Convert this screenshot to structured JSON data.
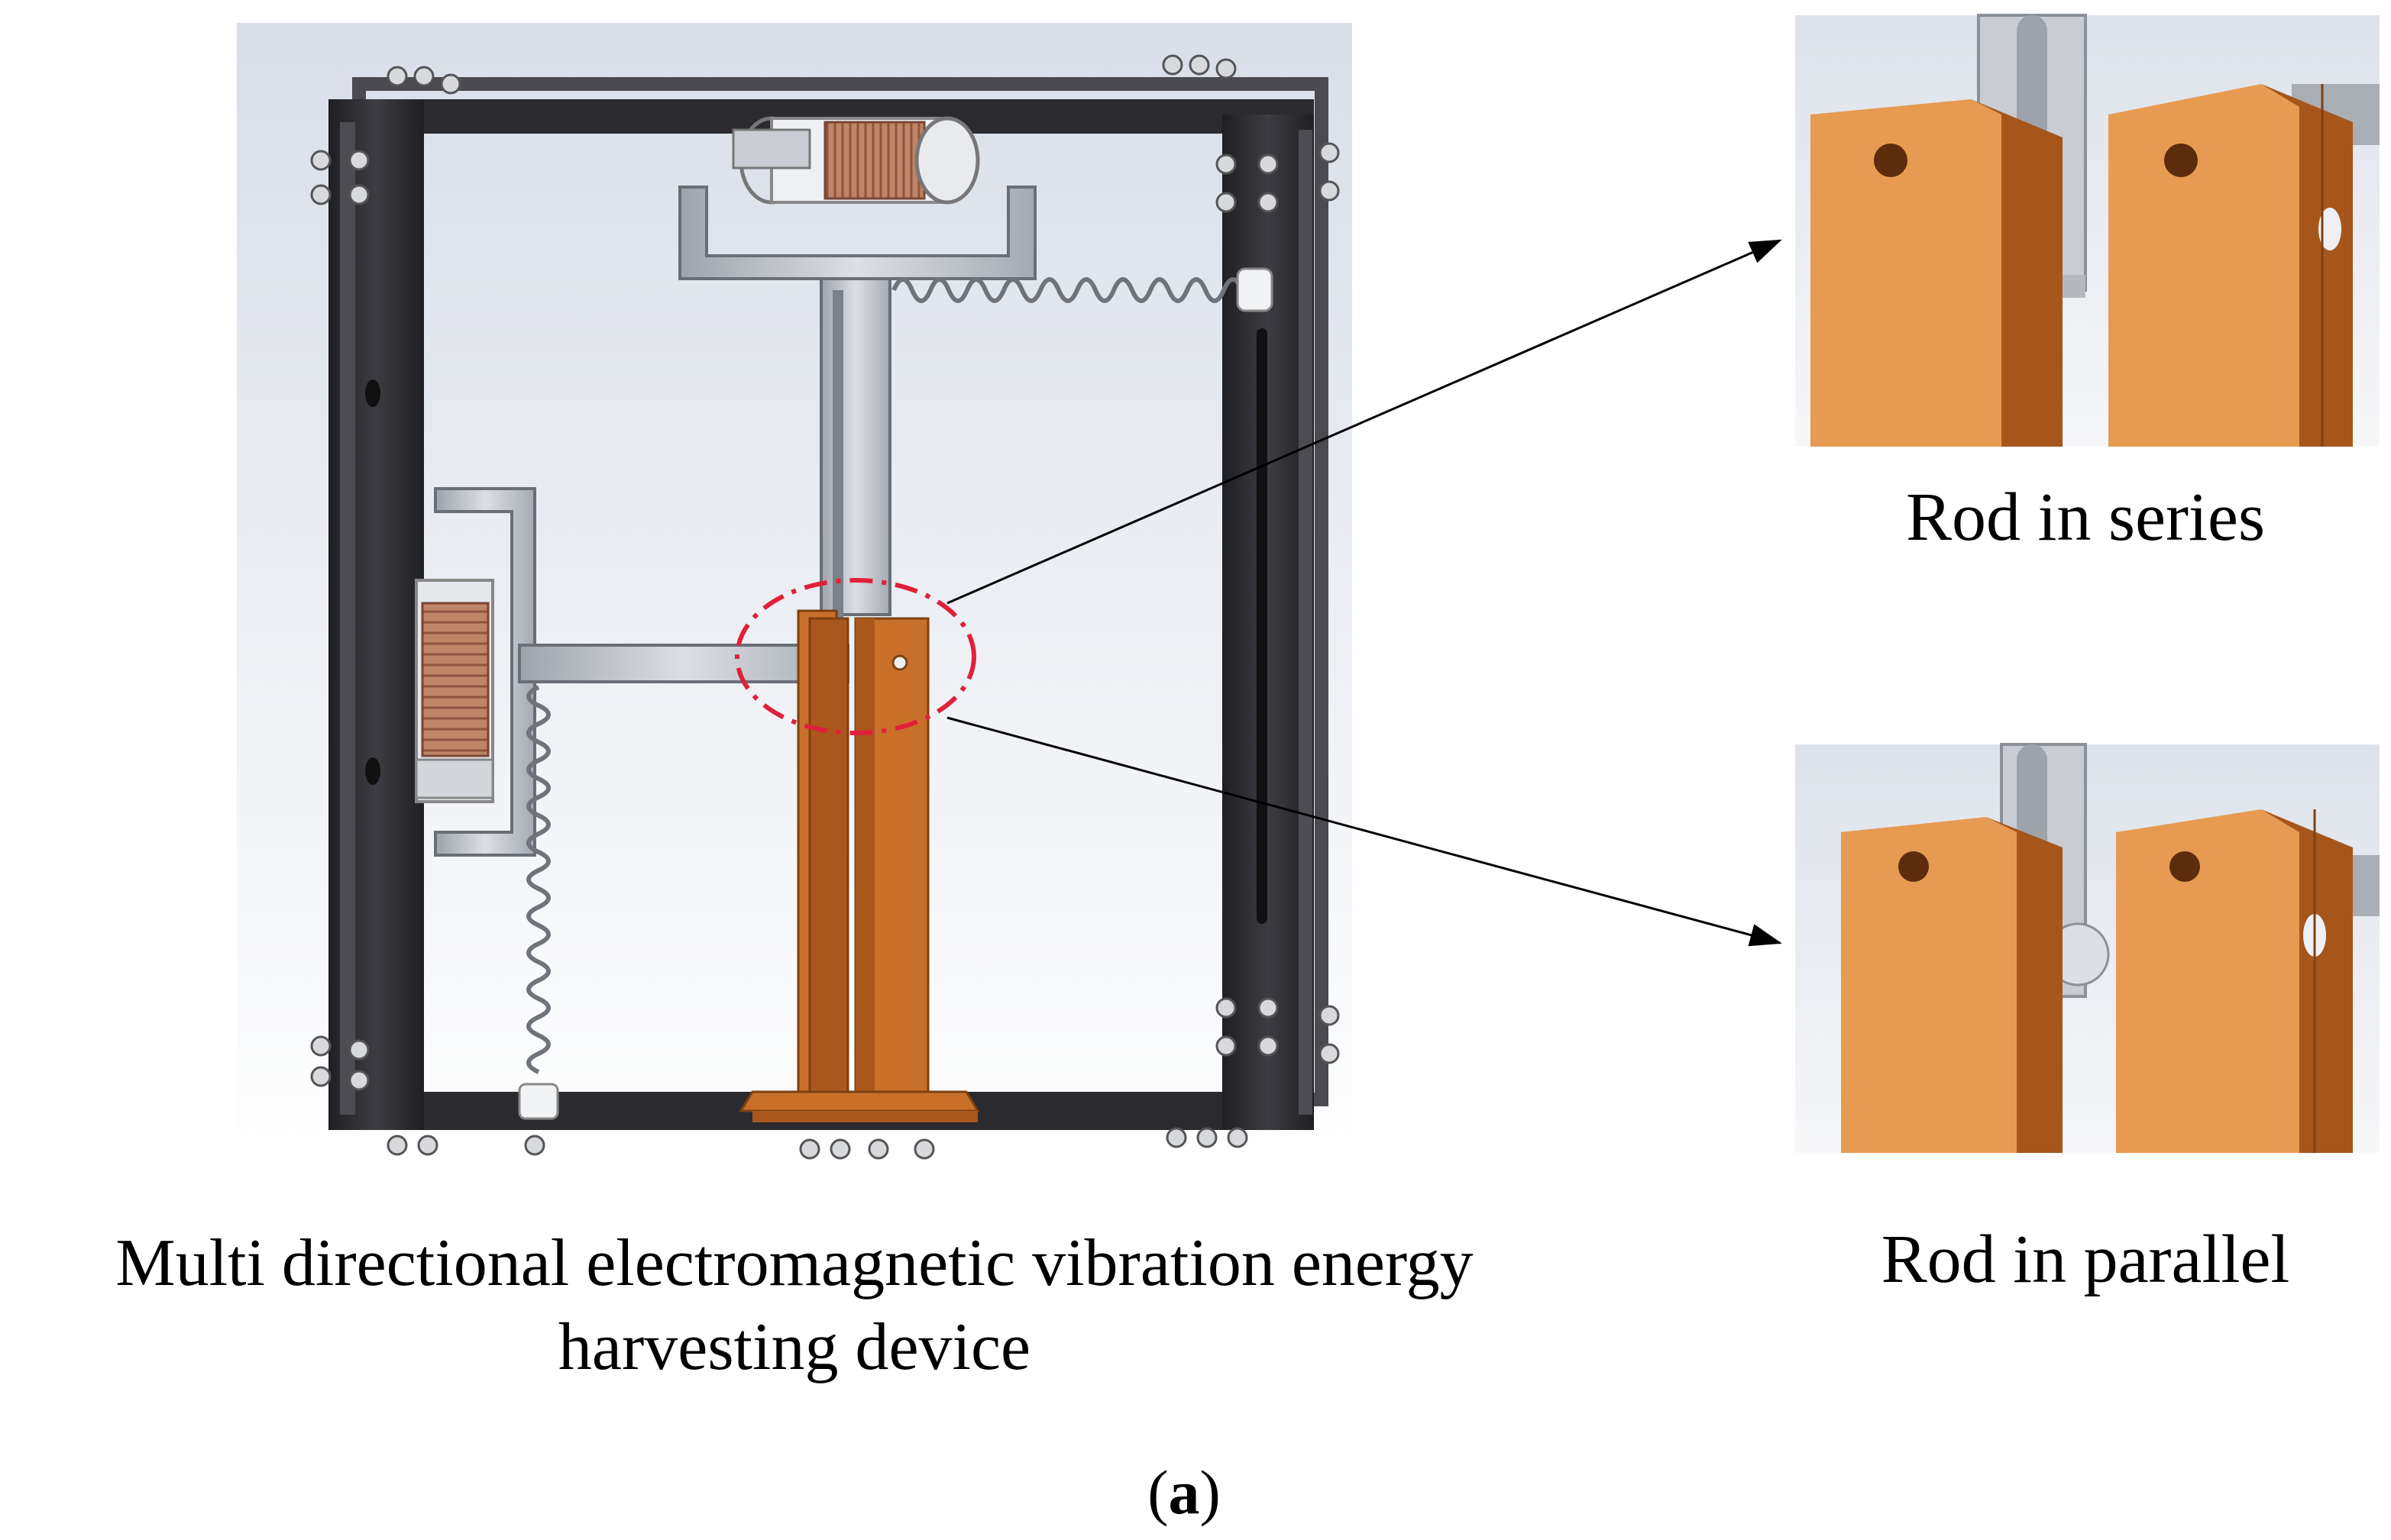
{
  "captions": {
    "main_line1": "Multi directional electromagnetic vibration energy",
    "main_line2": "harvesting device",
    "series": "Rod in series",
    "parallel": "Rod in parallel",
    "panel_open": "(",
    "panel_letter": "a",
    "panel_close": ")"
  },
  "colors": {
    "frame": "#2e2e33",
    "copper_rod": "#c8702a",
    "rod_light": "#e49a52",
    "aluminium": "#c9ccd2",
    "coil": "#b8785a",
    "highlight_circle": "#e0203a",
    "arrow": "#000000"
  },
  "icons": [
    "bolt-icon",
    "spring-icon",
    "coil-icon",
    "arrowhead-icon"
  ]
}
